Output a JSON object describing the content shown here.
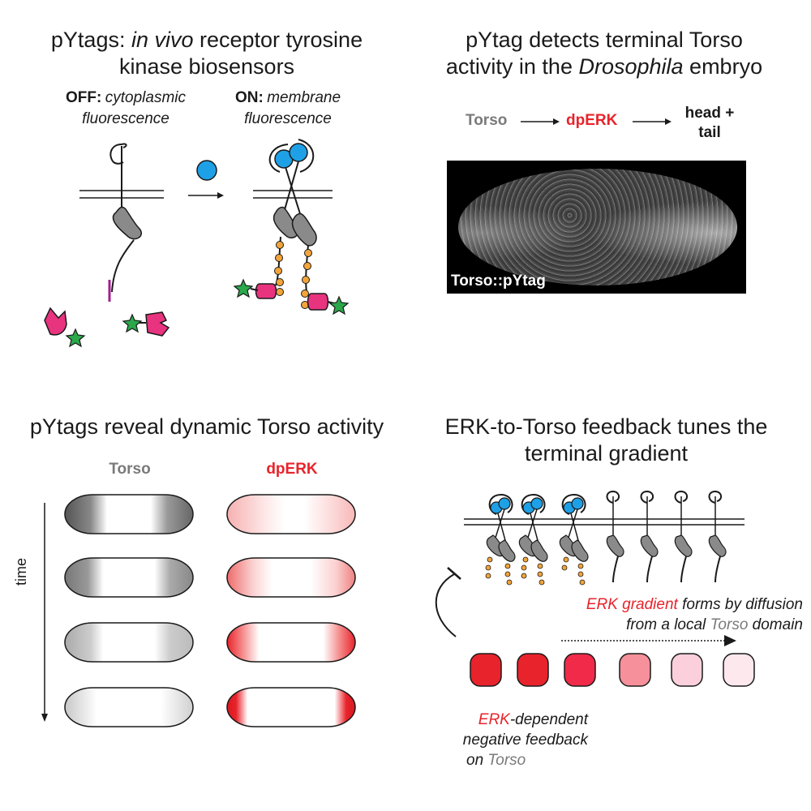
{
  "panel_a": {
    "title_prefix": "pYtags: ",
    "title_italic": "in vivo",
    "title_suffix": " receptor tyrosine",
    "title_line2": "kinase biosensors",
    "off_label": "OFF:",
    "off_italic_1": "cytoplasmic",
    "off_italic_2": "fluorescence",
    "on_label": "ON:",
    "on_italic_1": "membrane",
    "on_italic_2": "fluorescence"
  },
  "panel_b": {
    "title_line1": "pYtag detects terminal Torso",
    "title_line2_prefix": "activity in the ",
    "title_line2_italic": "Drosophila",
    "title_line2_suffix": " embryo",
    "pathway": {
      "node1": "Torso",
      "node2": "dpERK",
      "node3_line1": "head +",
      "node3_line2": "tail"
    },
    "image_caption": "Torso::pYtag"
  },
  "panel_c": {
    "title": "pYtags reveal dynamic Torso activity",
    "col_torso": "Torso",
    "col_dperk": "dpERK",
    "time_label": "time"
  },
  "panel_d": {
    "title_line1": "ERK-to-Torso feedback tunes the",
    "title_line2": "terminal gradient",
    "gradient_note_red": "ERK gradient",
    "gradient_note_rest1": " forms by diffusion",
    "gradient_note_line2_prefix": "from a local ",
    "gradient_note_gray": "Torso",
    "gradient_note_line2_suffix": " domain",
    "feedback_red": "ERK",
    "feedback_rest1": "-dependent",
    "feedback_line2": "negative feedback",
    "feedback_line3_prefix": "on ",
    "feedback_line3_gray": "Torso"
  },
  "colors": {
    "receptor_gray": "#8a8a8a",
    "ligand_blue": "#1ea0e6",
    "phospho_orange": "#f2a43a",
    "binder_pink": "#e8337f",
    "fp_green": "#2aa84a",
    "erk_red": "#e8232b",
    "torso_gray": "#7a7a7a",
    "magenta_tail": "#a0208c"
  }
}
